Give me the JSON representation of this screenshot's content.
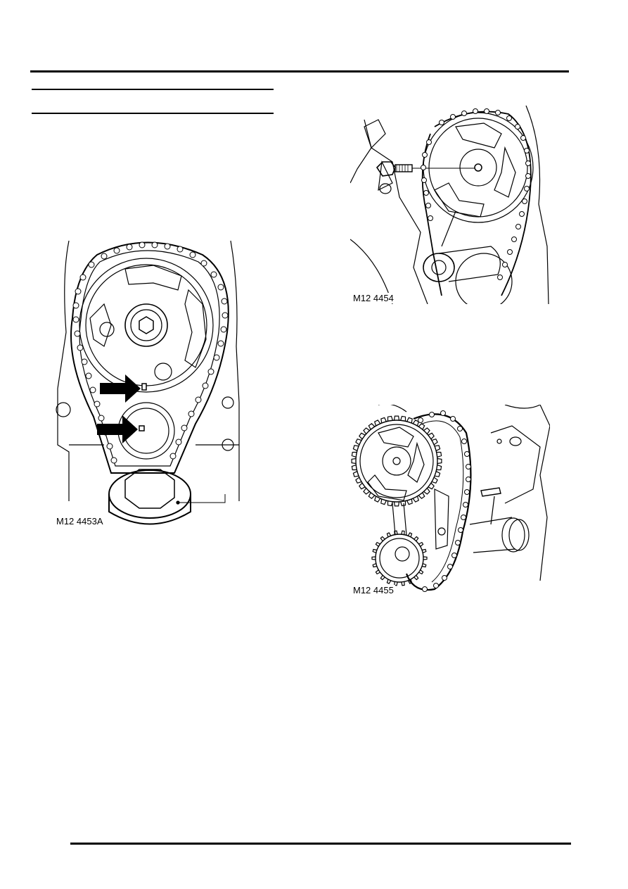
{
  "figures": [
    {
      "caption": "M12 4453A",
      "icon": "timing-gears-alignment-arrows-illustration"
    },
    {
      "caption": "M12 4454",
      "icon": "camshaft-bolt-removal-illustration"
    },
    {
      "caption": "M12 4455",
      "icon": "timing-chain-assembly-illustration"
    }
  ]
}
